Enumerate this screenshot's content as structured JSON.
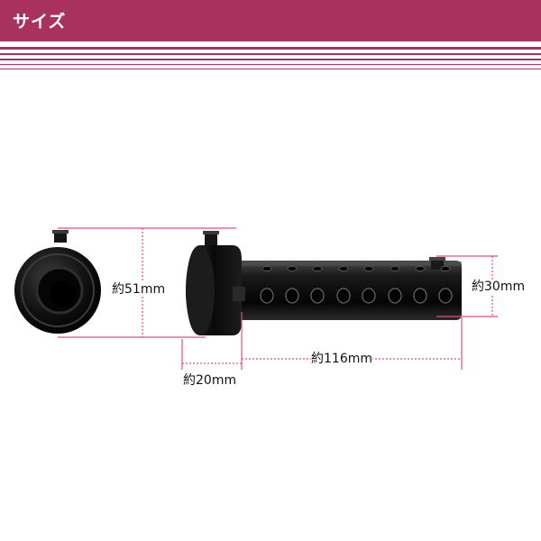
{
  "header": {
    "title": "サイズ"
  },
  "colors": {
    "accent": "#a8315e",
    "dimension_line": "#e0507a"
  },
  "dimensions": {
    "diameter": "約51mm",
    "flange_width": "約20mm",
    "length": "約116mm",
    "tube_diameter": "約30mm"
  }
}
